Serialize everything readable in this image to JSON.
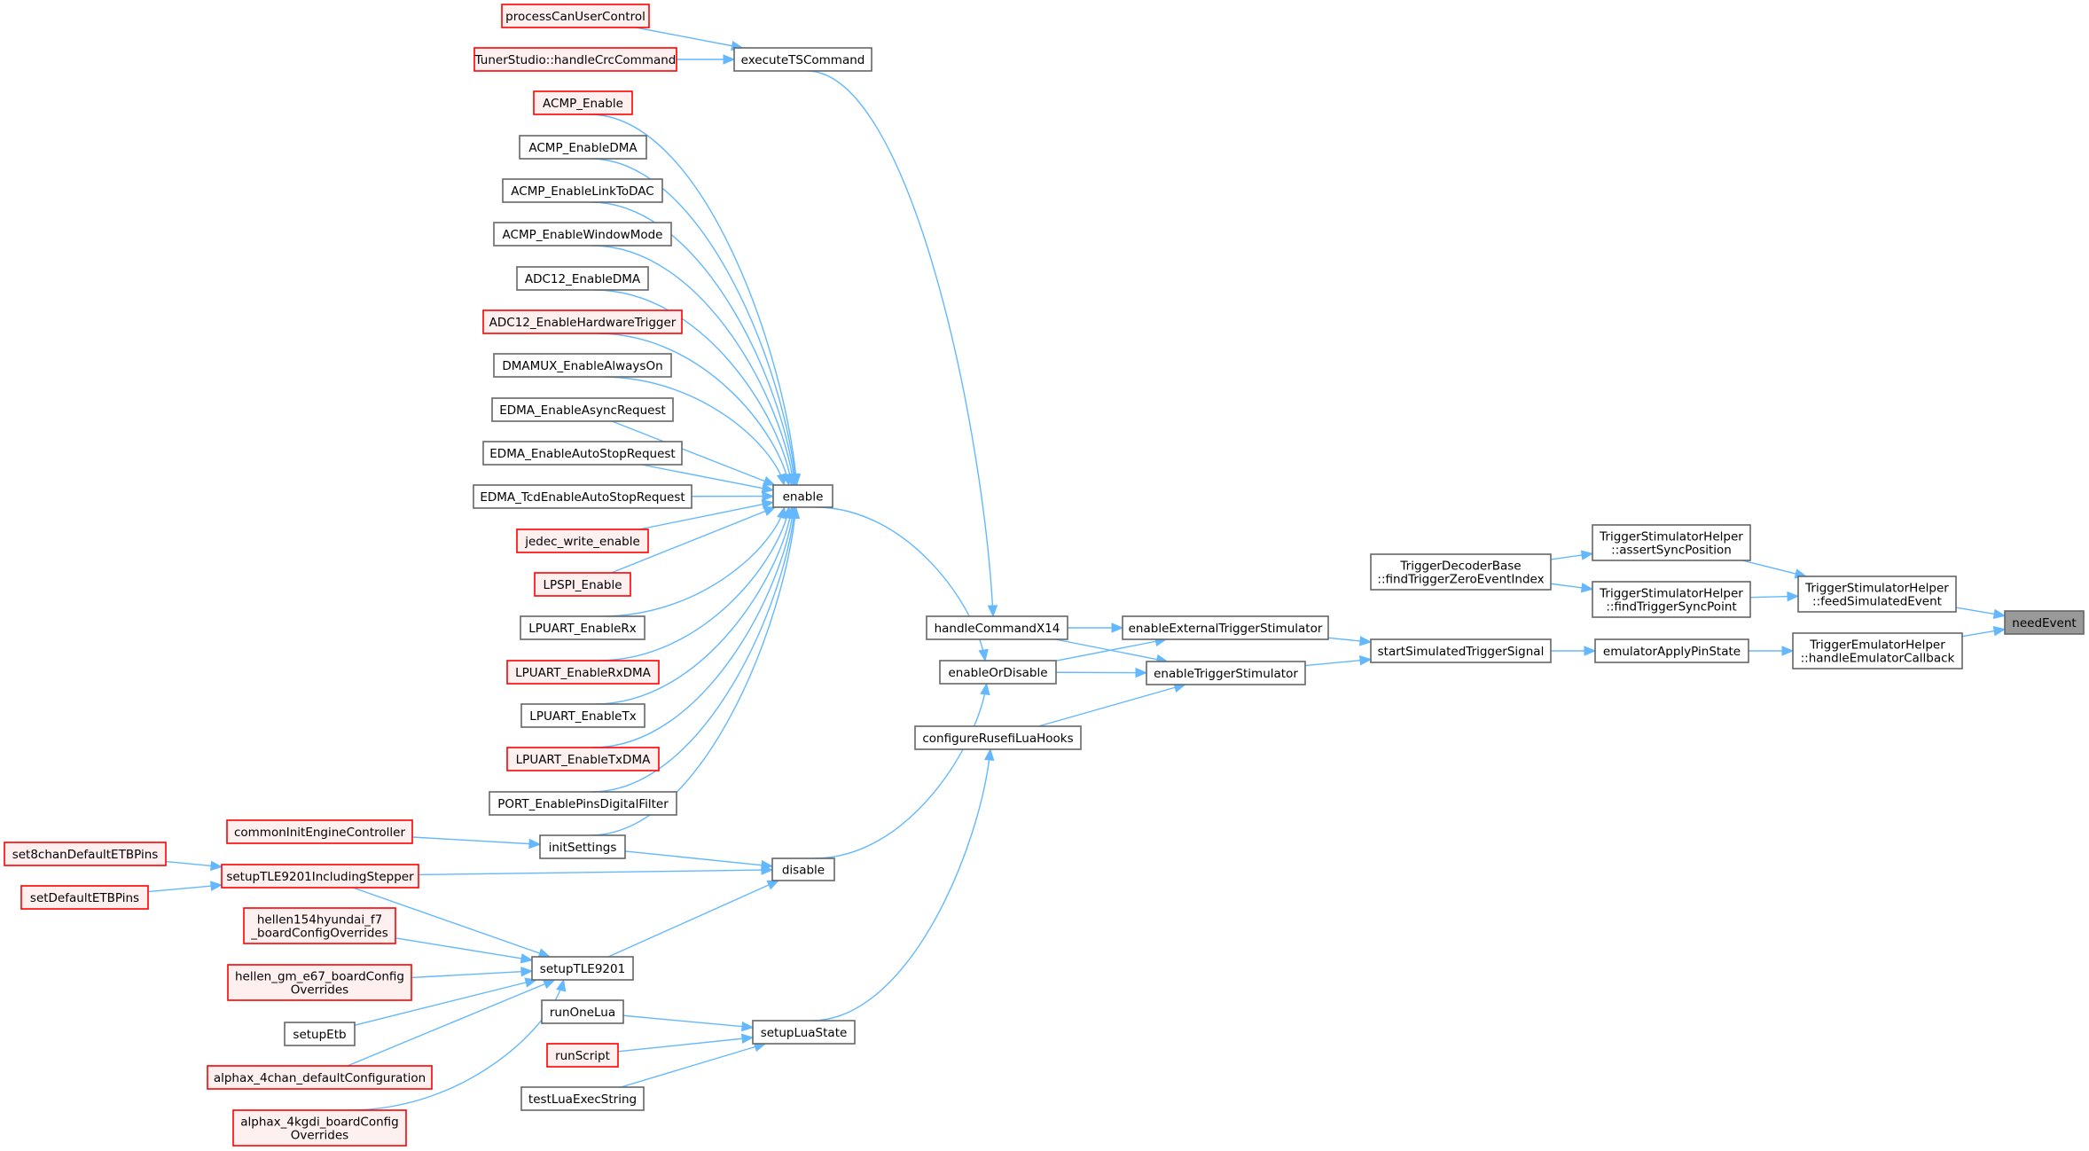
{
  "graph": {
    "title": "needEvent caller graph",
    "colors": {
      "edge": "#63b8ff",
      "node_border": "#666666",
      "node_fill": "#ffffff",
      "undocumented_border": "#ff0000",
      "undocumented_fill": "#fff0f0",
      "root_fill": "#999999"
    },
    "nodes": [
      {
        "id": "needEvent",
        "lines": [
          "needEvent"
        ],
        "style": "root"
      },
      {
        "id": "feedSimulatedEvent",
        "lines": [
          "TriggerStimulatorHelper",
          "::feedSimulatedEvent"
        ],
        "style": "normal"
      },
      {
        "id": "handleEmulatorCallback",
        "lines": [
          "TriggerEmulatorHelper",
          "::handleEmulatorCallback"
        ],
        "style": "normal"
      },
      {
        "id": "assertSyncPosition",
        "lines": [
          "TriggerStimulatorHelper",
          "::assertSyncPosition"
        ],
        "style": "normal"
      },
      {
        "id": "findTriggerSyncPoint",
        "lines": [
          "TriggerStimulatorHelper",
          "::findTriggerSyncPoint"
        ],
        "style": "normal"
      },
      {
        "id": "emulatorApplyPinState",
        "lines": [
          "emulatorApplyPinState"
        ],
        "style": "normal"
      },
      {
        "id": "findTriggerZeroEventIndex",
        "lines": [
          "TriggerDecoderBase",
          "::findTriggerZeroEventIndex"
        ],
        "style": "normal"
      },
      {
        "id": "startSimulatedTriggerSignal",
        "lines": [
          "startSimulatedTriggerSignal"
        ],
        "style": "normal"
      },
      {
        "id": "enableExternalTriggerStimulator",
        "lines": [
          "enableExternalTriggerStimulator"
        ],
        "style": "normal"
      },
      {
        "id": "enableTriggerStimulator",
        "lines": [
          "enableTriggerStimulator"
        ],
        "style": "normal"
      },
      {
        "id": "handleCommandX14",
        "lines": [
          "handleCommandX14"
        ],
        "style": "normal"
      },
      {
        "id": "enableOrDisable",
        "lines": [
          "enableOrDisable"
        ],
        "style": "normal"
      },
      {
        "id": "configureRusefiLuaHooks",
        "lines": [
          "configureRusefiLuaHooks"
        ],
        "style": "normal"
      },
      {
        "id": "executeTSCommand",
        "lines": [
          "executeTSCommand"
        ],
        "style": "normal"
      },
      {
        "id": "processCanUserControl",
        "lines": [
          "processCanUserControl"
        ],
        "style": "undocumented"
      },
      {
        "id": "handleCrcCommand",
        "lines": [
          "TunerStudio::handleCrcCommand"
        ],
        "style": "undocumented"
      },
      {
        "id": "enable",
        "lines": [
          "enable"
        ],
        "style": "normal"
      },
      {
        "id": "disable",
        "lines": [
          "disable"
        ],
        "style": "normal"
      },
      {
        "id": "setupLuaState",
        "lines": [
          "setupLuaState"
        ],
        "style": "normal"
      },
      {
        "id": "ACMP_Enable",
        "lines": [
          "ACMP_Enable"
        ],
        "style": "undocumented"
      },
      {
        "id": "ACMP_EnableDMA",
        "lines": [
          "ACMP_EnableDMA"
        ],
        "style": "normal"
      },
      {
        "id": "ACMP_EnableLinkToDAC",
        "lines": [
          "ACMP_EnableLinkToDAC"
        ],
        "style": "normal"
      },
      {
        "id": "ACMP_EnableWindowMode",
        "lines": [
          "ACMP_EnableWindowMode"
        ],
        "style": "normal"
      },
      {
        "id": "ADC12_EnableDMA",
        "lines": [
          "ADC12_EnableDMA"
        ],
        "style": "normal"
      },
      {
        "id": "ADC12_EnableHardwareTrigger",
        "lines": [
          "ADC12_EnableHardwareTrigger"
        ],
        "style": "undocumented"
      },
      {
        "id": "DMAMUX_EnableAlwaysOn",
        "lines": [
          "DMAMUX_EnableAlwaysOn"
        ],
        "style": "normal"
      },
      {
        "id": "EDMA_EnableAsyncRequest",
        "lines": [
          "EDMA_EnableAsyncRequest"
        ],
        "style": "normal"
      },
      {
        "id": "EDMA_EnableAutoStopRequest",
        "lines": [
          "EDMA_EnableAutoStopRequest"
        ],
        "style": "normal"
      },
      {
        "id": "EDMA_TcdEnableAutoStopRequest",
        "lines": [
          "EDMA_TcdEnableAutoStopRequest"
        ],
        "style": "normal"
      },
      {
        "id": "jedec_write_enable",
        "lines": [
          "jedec_write_enable"
        ],
        "style": "undocumented"
      },
      {
        "id": "LPSPI_Enable",
        "lines": [
          "LPSPI_Enable"
        ],
        "style": "undocumented"
      },
      {
        "id": "LPUART_EnableRx",
        "lines": [
          "LPUART_EnableRx"
        ],
        "style": "normal"
      },
      {
        "id": "LPUART_EnableRxDMA",
        "lines": [
          "LPUART_EnableRxDMA"
        ],
        "style": "undocumented"
      },
      {
        "id": "LPUART_EnableTx",
        "lines": [
          "LPUART_EnableTx"
        ],
        "style": "normal"
      },
      {
        "id": "LPUART_EnableTxDMA",
        "lines": [
          "LPUART_EnableTxDMA"
        ],
        "style": "undocumented"
      },
      {
        "id": "PORT_EnablePinsDigitalFilter",
        "lines": [
          "PORT_EnablePinsDigitalFilter"
        ],
        "style": "normal"
      },
      {
        "id": "initSettings",
        "lines": [
          "initSettings"
        ],
        "style": "normal"
      },
      {
        "id": "commonInitEngineController",
        "lines": [
          "commonInitEngineController"
        ],
        "style": "undocumented"
      },
      {
        "id": "setupTLE9201IncludingStepper",
        "lines": [
          "setupTLE9201IncludingStepper"
        ],
        "style": "undocumented"
      },
      {
        "id": "set8chanDefaultETBPins",
        "lines": [
          "set8chanDefaultETBPins"
        ],
        "style": "undocumented"
      },
      {
        "id": "setDefaultETBPins",
        "lines": [
          "setDefaultETBPins"
        ],
        "style": "undocumented"
      },
      {
        "id": "setupTLE9201",
        "lines": [
          "setupTLE9201"
        ],
        "style": "normal"
      },
      {
        "id": "hellen154hyundai",
        "lines": [
          "hellen154hyundai_f7",
          "_boardConfigOverrides"
        ],
        "style": "undocumented"
      },
      {
        "id": "hellen_gm_e67",
        "lines": [
          "hellen_gm_e67_boardConfig",
          "Overrides"
        ],
        "style": "undocumented"
      },
      {
        "id": "setupEtb",
        "lines": [
          "setupEtb"
        ],
        "style": "normal"
      },
      {
        "id": "alphax_4chan",
        "lines": [
          "alphax_4chan_defaultConfiguration"
        ],
        "style": "undocumented"
      },
      {
        "id": "alphax_4kgdi",
        "lines": [
          "alphax_4kgdi_boardConfig",
          "Overrides"
        ],
        "style": "undocumented"
      },
      {
        "id": "runOneLua",
        "lines": [
          "runOneLua"
        ],
        "style": "normal"
      },
      {
        "id": "runScript",
        "lines": [
          "runScript"
        ],
        "style": "undocumented"
      },
      {
        "id": "testLuaExecString",
        "lines": [
          "testLuaExecString"
        ],
        "style": "normal"
      }
    ],
    "edges": [
      {
        "from": "feedSimulatedEvent",
        "to": "needEvent"
      },
      {
        "from": "handleEmulatorCallback",
        "to": "needEvent"
      },
      {
        "from": "assertSyncPosition",
        "to": "feedSimulatedEvent"
      },
      {
        "from": "findTriggerSyncPoint",
        "to": "feedSimulatedEvent"
      },
      {
        "from": "emulatorApplyPinState",
        "to": "handleEmulatorCallback"
      },
      {
        "from": "findTriggerZeroEventIndex",
        "to": "assertSyncPosition"
      },
      {
        "from": "findTriggerZeroEventIndex",
        "to": "findTriggerSyncPoint"
      },
      {
        "from": "startSimulatedTriggerSignal",
        "to": "emulatorApplyPinState"
      },
      {
        "from": "enableExternalTriggerStimulator",
        "to": "startSimulatedTriggerSignal"
      },
      {
        "from": "enableTriggerStimulator",
        "to": "startSimulatedTriggerSignal"
      },
      {
        "from": "handleCommandX14",
        "to": "enableExternalTriggerStimulator"
      },
      {
        "from": "handleCommandX14",
        "to": "enableTriggerStimulator"
      },
      {
        "from": "enableOrDisable",
        "to": "enableExternalTriggerStimulator"
      },
      {
        "from": "enableOrDisable",
        "to": "enableTriggerStimulator"
      },
      {
        "from": "configureRusefiLuaHooks",
        "to": "enableTriggerStimulator"
      },
      {
        "from": "executeTSCommand",
        "to": "handleCommandX14"
      },
      {
        "from": "processCanUserControl",
        "to": "executeTSCommand"
      },
      {
        "from": "handleCrcCommand",
        "to": "executeTSCommand"
      },
      {
        "from": "enable",
        "to": "enableOrDisable"
      },
      {
        "from": "disable",
        "to": "enableOrDisable"
      },
      {
        "from": "setupLuaState",
        "to": "configureRusefiLuaHooks"
      },
      {
        "from": "ACMP_Enable",
        "to": "enable"
      },
      {
        "from": "ACMP_EnableDMA",
        "to": "enable"
      },
      {
        "from": "ACMP_EnableLinkToDAC",
        "to": "enable"
      },
      {
        "from": "ACMP_EnableWindowMode",
        "to": "enable"
      },
      {
        "from": "ADC12_EnableDMA",
        "to": "enable"
      },
      {
        "from": "ADC12_EnableHardwareTrigger",
        "to": "enable"
      },
      {
        "from": "DMAMUX_EnableAlwaysOn",
        "to": "enable"
      },
      {
        "from": "EDMA_EnableAsyncRequest",
        "to": "enable"
      },
      {
        "from": "EDMA_EnableAutoStopRequest",
        "to": "enable"
      },
      {
        "from": "EDMA_TcdEnableAutoStopRequest",
        "to": "enable"
      },
      {
        "from": "jedec_write_enable",
        "to": "enable"
      },
      {
        "from": "LPSPI_Enable",
        "to": "enable"
      },
      {
        "from": "LPUART_EnableRx",
        "to": "enable"
      },
      {
        "from": "LPUART_EnableRxDMA",
        "to": "enable"
      },
      {
        "from": "LPUART_EnableTx",
        "to": "enable"
      },
      {
        "from": "LPUART_EnableTxDMA",
        "to": "enable"
      },
      {
        "from": "PORT_EnablePinsDigitalFilter",
        "to": "enable"
      },
      {
        "from": "initSettings",
        "to": "enable"
      },
      {
        "from": "initSettings",
        "to": "disable"
      },
      {
        "from": "commonInitEngineController",
        "to": "initSettings"
      },
      {
        "from": "setupTLE9201IncludingStepper",
        "to": "disable"
      },
      {
        "from": "setupTLE9201IncludingStepper",
        "to": "setupTLE9201"
      },
      {
        "from": "set8chanDefaultETBPins",
        "to": "setupTLE9201IncludingStepper"
      },
      {
        "from": "setDefaultETBPins",
        "to": "setupTLE9201IncludingStepper"
      },
      {
        "from": "setupTLE9201",
        "to": "disable"
      },
      {
        "from": "hellen154hyundai",
        "to": "setupTLE9201"
      },
      {
        "from": "hellen_gm_e67",
        "to": "setupTLE9201"
      },
      {
        "from": "setupEtb",
        "to": "setupTLE9201"
      },
      {
        "from": "alphax_4chan",
        "to": "setupTLE9201"
      },
      {
        "from": "alphax_4kgdi",
        "to": "setupTLE9201"
      },
      {
        "from": "runOneLua",
        "to": "setupLuaState"
      },
      {
        "from": "runScript",
        "to": "setupLuaState"
      },
      {
        "from": "testLuaExecString",
        "to": "setupLuaState"
      }
    ]
  }
}
